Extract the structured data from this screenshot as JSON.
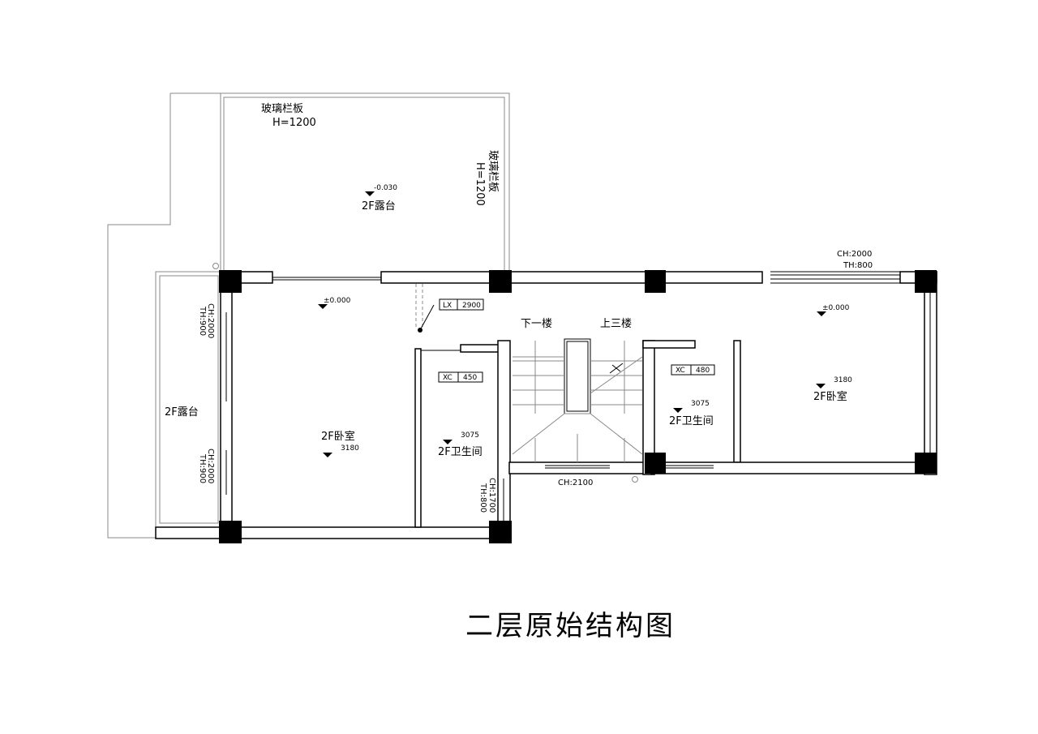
{
  "drawing_title": "二层原始结构图",
  "terrace_top": {
    "railing_h_label": "玻璃栏板",
    "railing_h_height": "H=1200",
    "railing_v_label": "玻璃栏板",
    "railing_v_height": "H=1200",
    "level": "-0.030",
    "room": "2F露台"
  },
  "terrace_left": {
    "room": "2F露台"
  },
  "bedroom_left": {
    "room": "2F卧室",
    "height": "3180",
    "level": "±0.000",
    "window_upper_ch": "CH:2000",
    "window_upper_th": "TH:900",
    "window_lower_ch": "CH:2000",
    "window_lower_th": "TH:900"
  },
  "riser_lx": {
    "code": "LX",
    "value": "2900"
  },
  "bath_left": {
    "room": "2F卫生间",
    "height": "3075",
    "xc_code": "XC",
    "xc_value": "450",
    "window_ch": "CH:1700",
    "window_th": "TH:800"
  },
  "stairs": {
    "down_label": "下一楼",
    "up_label": "上三楼",
    "window_ch": "CH:2100"
  },
  "bath_right": {
    "room": "2F卫生间",
    "height": "3075",
    "xc_code": "XC",
    "xc_value": "480"
  },
  "bedroom_right": {
    "room": "2F卧室",
    "height": "3180",
    "level": "±0.000",
    "window_ch": "CH:2000",
    "window_th": "TH:800"
  }
}
